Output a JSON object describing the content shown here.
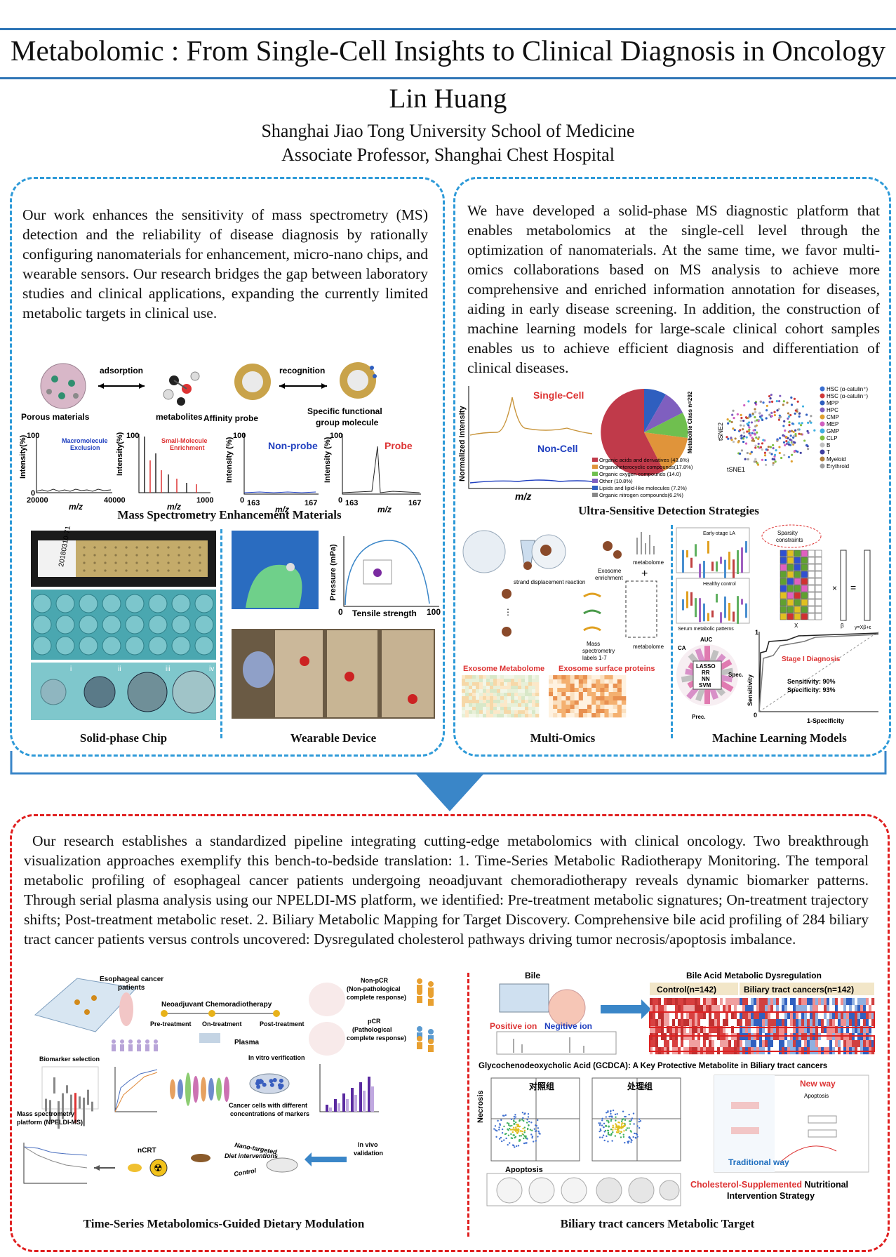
{
  "header": {
    "title": "Metabolomic : From Single-Cell Insights to Clinical Diagnosis in Oncology",
    "author": "Lin Huang",
    "affiliation_1": "Shanghai Jiao Tong University School of Medicine",
    "affiliation_2": "Associate Professor, Shanghai Chest Hospital"
  },
  "left_panel": {
    "text": "Our work enhances the sensitivity of mass spectrometry (MS) detection and the reliability of disease diagnosis by rationally configuring nanomaterials for enhancement, micro-nano chips, and wearable sensors. Our research bridges the gap between laboratory studies and clinical applications, expanding the currently limited metabolic targets in clinical use.",
    "fig1": {
      "adsorption": "adsorption",
      "recognition": "recognition",
      "porous": "Porous materials",
      "metabolites": "metabolites",
      "affinity": "Affinity probe",
      "specific_1": "Specific functional",
      "specific_2": "group molecule",
      "macro_1": "Macromolecule",
      "macro_2": "Exclusion",
      "small_1": "Small-Molecule",
      "small_2": "Enrichment",
      "nonprobe": "Non-probe",
      "probe": "Probe",
      "intensity": "Intensity(%)",
      "intensity2": "Intensity (%)",
      "mz": "m/z",
      "t100": "100",
      "t0": "0",
      "t20000": "20000",
      "t40000": "40000",
      "t1000": "1000",
      "t163": "163",
      "t167": "167"
    },
    "cap_enhancement": "Mass Spectrometry Enhancement Materials",
    "chip_label": "20180310-71",
    "chip_sub": [
      "i",
      "ii",
      "iii",
      "iv"
    ],
    "wear": {
      "pressure": "Pressure (mPa)",
      "tensile": "Tensile strength",
      "t0": "0",
      "t100": "100"
    },
    "cap_chip": "Solid-phase Chip",
    "cap_wearable": "Wearable Device"
  },
  "right_panel": {
    "text": "We have developed a solid-phase MS diagnostic platform that enables metabolomics at the single-cell level through the optimization of nanomaterials. At the same time, we favor multi-omics collaborations based on MS analysis to achieve more comprehensive and enriched information annotation for diseases, aiding in early disease screening. In addition, the construction of machine learning models for large-scale clinical cohort samples enables us to achieve efficient diagnosis and differentiation of clinical diseases.",
    "spectra": {
      "single": "Single-Cell",
      "non": "Non-Cell",
      "ylabel": "Normalized Intensity",
      "xlabel": "m/z"
    },
    "pie": {
      "title": "Metabolite Class n=292",
      "legend": [
        "Organic acids and derivatives (43.8%)",
        "Organoheterocyclic compounds(17.8%)",
        "Organic oxygen compounds (14.0)",
        "Other (10.8%)",
        "Lipids and lipid-like molecules (7.2%)",
        "Organic nitrogen compounds(6.2%)"
      ]
    },
    "tsne": {
      "x": "tSNE1",
      "y": "tSNE2",
      "legend": [
        "HSC (α-catulin⁺)",
        "HSC (α-catulin⁻)",
        "MPP",
        "HPC",
        "CMP",
        "MEP",
        "GMP",
        "CLP",
        "B",
        "T",
        "Myeloid",
        "Erythroid"
      ]
    },
    "cap_detection": "Ultra-Sensitive Detection Strategies",
    "omics": {
      "strand": "strand displacement reaction",
      "exosome": "Exosome",
      "enrichment": "enrichment",
      "metabolome": "metabolome",
      "mass_1": "Mass",
      "mass_2": "spectrometry",
      "mass_3": "labels 1-7",
      "exo_metab": "Exosome Metabolome",
      "exo_surface": "Exosome surface proteins"
    },
    "ml": {
      "early": "Early-stage LA",
      "healthy": "Healthy control",
      "serum": "Serum metabolic patterns",
      "sparsity_1": "Sparsity",
      "sparsity_2": "constraints",
      "equation": "y=Xβ+ε",
      "x": "X",
      "beta": "β",
      "times": "×",
      "equals": "=",
      "methods": [
        "LASSO",
        "RR",
        "NN",
        "SVM"
      ],
      "auc": "AUC",
      "ca": "CA",
      "prec": "Prec.",
      "spec": "Spec.",
      "stage": "Stage I Diagnosis",
      "sens": "Sensitivity: 90%",
      "specif": "Specificity: 93%",
      "roc_y": "Sensitivity",
      "roc_x": "1-Specificity",
      "t0": "0",
      "t1": "1"
    },
    "cap_omics": "Multi-Omics",
    "cap_ml": "Machine Learning Models"
  },
  "bottom_panel": {
    "text": "Our research establishes a standardized pipeline integrating cutting-edge metabolomics with clinical oncology. Two breakthrough visualization approaches exemplify this bench-to-bedside translation: 1. Time-Series Metabolic Radiotherapy Monitoring. The temporal metabolic profiling of esophageal cancer patients undergoing neoadjuvant chemoradiotherapy reveals dynamic biomarker patterns. Through serial plasma analysis using our NPELDI-MS platform, we identified: Pre-treatment metabolic signatures; On-treatment trajectory shifts; Post-treatment metabolic reset. 2. Biliary Metabolic Mapping for Target Discovery. Comprehensive bile acid profiling of 284 biliary tract cancer patients versus controls uncovered: Dysregulated cholesterol pathways driving tumor necrosis/apoptosis imbalance.",
    "left_fig": {
      "eso_1": "Esophageal cancer",
      "eso_2": "patients",
      "neo": "Neoadjuvant Chemoradiotherapy",
      "pre": "Pre-treatment",
      "on": "On-treatment",
      "post": "Post-treatment",
      "plasma": "Plasma",
      "nonpcr_1": "Non-pCR",
      "nonpcr_2": "(Non-pathological",
      "nonpcr_3": "complete response)",
      "pcr_1": "pCR",
      "pcr_2": "(Pathological",
      "pcr_3": "complete response)",
      "biomarker": "Biomarker selection",
      "ms_1": "Mass spectrometry",
      "ms_2": "platform (NPELDI-MS)",
      "invitro": "In vitro verification",
      "cells_1": "Cancer cells with different",
      "cells_2": "concentrations of markers",
      "invivo_1": "In vivo",
      "invivo_2": "validation",
      "ncrt": "nCRT",
      "nano_1": "Nano-targeted",
      "nano_2": "Diet interventions",
      "control": "Control"
    },
    "right_fig": {
      "bile": "Bile",
      "pos": "Positive ion",
      "neg": "Negitive ion",
      "heat_title": "Bile Acid Metabolic Dysregulation",
      "control": "Control(n=142)",
      "btc": "Biliary tract cancers(n=142)",
      "gcdca": "Glycochenodeoxycholic Acid (GCDCA): A Key Protective Metabolite in Biliary tract cancers",
      "ctrl_cn": "对照组",
      "treat_cn": "处理组",
      "necrosis": "Necrosis",
      "apoptosis": "Apoptosis",
      "new_way": "New way",
      "apop2": "Apoptosis",
      "traditional": "Traditional way",
      "strategy_1a": "Cholesterol-Supplemented",
      "strategy_1b": " Nutritional",
      "strategy_2": "Intervention Strategy"
    },
    "cap_time": "Time-Series Metabolomics-Guided Dietary Modulation",
    "cap_biliary": "Biliary tract cancers Metabolic Target"
  },
  "colors": {
    "accent_blue": "#2e75b6",
    "dash_blue": "#2e9ad8",
    "dash_red": "#e02020",
    "arrow_blue": "#3a86c8"
  }
}
